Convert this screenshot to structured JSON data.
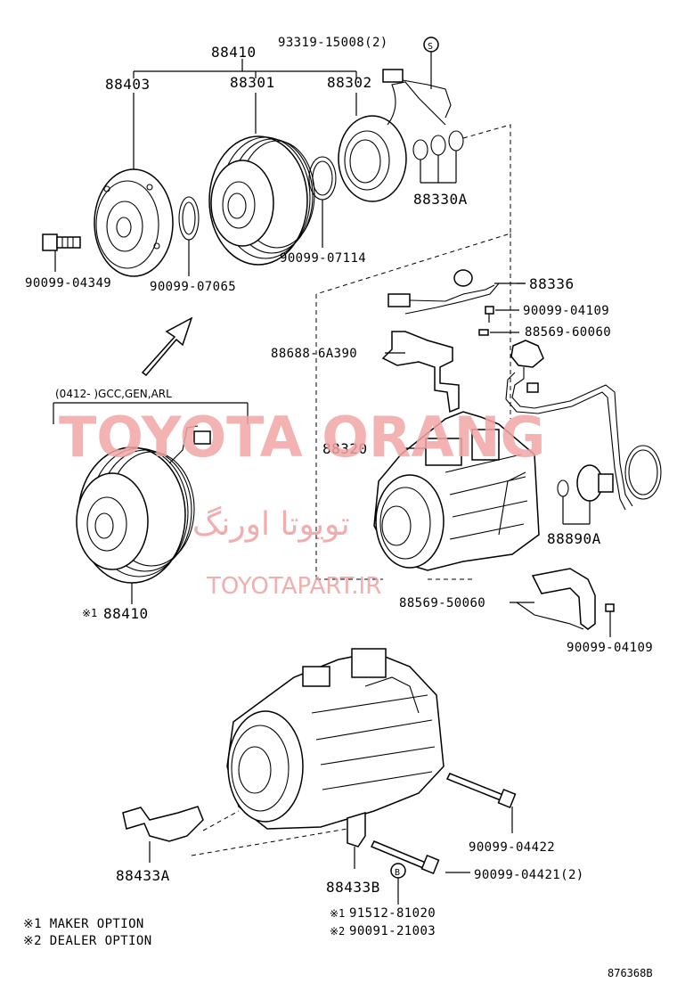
{
  "diagram": {
    "parts": {
      "p88410_top": "88410",
      "p93319": "93319-15008(2)",
      "s_marker": "S",
      "p88403": "88403",
      "p88301": "88301",
      "p88302": "88302",
      "p88330A": "88330A",
      "p90099_07114": "90099-07114",
      "p90099_04349": "90099-04349",
      "p90099_07065": "90099-07065",
      "p88336": "88336",
      "p90099_04109_a": "90099-04109",
      "p88569_60060": "88569-60060",
      "p88688": "88688-6A390",
      "p88320": "88320",
      "p88890A": "88890A",
      "p88569_50060": "88569-50060",
      "p90099_04109_b": "90099-04109",
      "p88410_bottom": "88410",
      "note1_mark": "※1",
      "applicability": "(0412-        )GCC,GEN,ARL",
      "p90099_04422": "90099-04422",
      "p90099_04421": "90099-04421(2)",
      "p88433A": "88433A",
      "p88433B": "88433B",
      "b_marker": "B",
      "p91512": "91512-81020",
      "p90091": "90091-21003",
      "ref1_mark": "※1",
      "ref2_mark": "※2"
    },
    "legend": {
      "opt1": "※1 MAKER OPTION",
      "opt2": "※2 DEALER OPTION"
    },
    "diagram_code": "876368B",
    "watermark": {
      "main": "TOYOTA ORANG",
      "persian": "تویوتا اورنگ",
      "site": "TOYOTAPART.IR"
    }
  }
}
